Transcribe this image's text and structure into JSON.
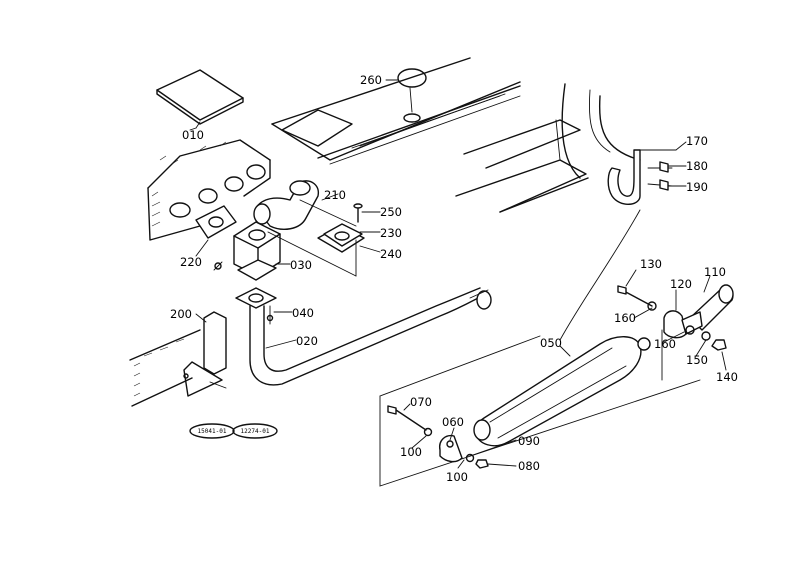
{
  "parts": [
    {
      "id": "010",
      "label": "010"
    },
    {
      "id": "260",
      "label": "260"
    },
    {
      "id": "210",
      "label": "210"
    },
    {
      "id": "250",
      "label": "250"
    },
    {
      "id": "230",
      "label": "230"
    },
    {
      "id": "240",
      "label": "240"
    },
    {
      "id": "220",
      "label": "220"
    },
    {
      "id": "030",
      "label": "030"
    },
    {
      "id": "040",
      "label": "040"
    },
    {
      "id": "020",
      "label": "020"
    },
    {
      "id": "200",
      "label": "200"
    },
    {
      "id": "170",
      "label": "170"
    },
    {
      "id": "180",
      "label": "180"
    },
    {
      "id": "190",
      "label": "190"
    },
    {
      "id": "130",
      "label": "130"
    },
    {
      "id": "110",
      "label": "110"
    },
    {
      "id": "120",
      "label": "120"
    },
    {
      "id": "160a",
      "label": "160"
    },
    {
      "id": "160b",
      "label": "160"
    },
    {
      "id": "150",
      "label": "150"
    },
    {
      "id": "140",
      "label": "140"
    },
    {
      "id": "050",
      "label": "050"
    },
    {
      "id": "070",
      "label": "070"
    },
    {
      "id": "060",
      "label": "060"
    },
    {
      "id": "090",
      "label": "090"
    },
    {
      "id": "100a",
      "label": "100"
    },
    {
      "id": "100b",
      "label": "100"
    },
    {
      "id": "080",
      "label": "080"
    }
  ],
  "stamps": [
    {
      "id": "stamp-1",
      "text": "15041-01"
    },
    {
      "id": "stamp-2",
      "text": "12274-01"
    }
  ]
}
